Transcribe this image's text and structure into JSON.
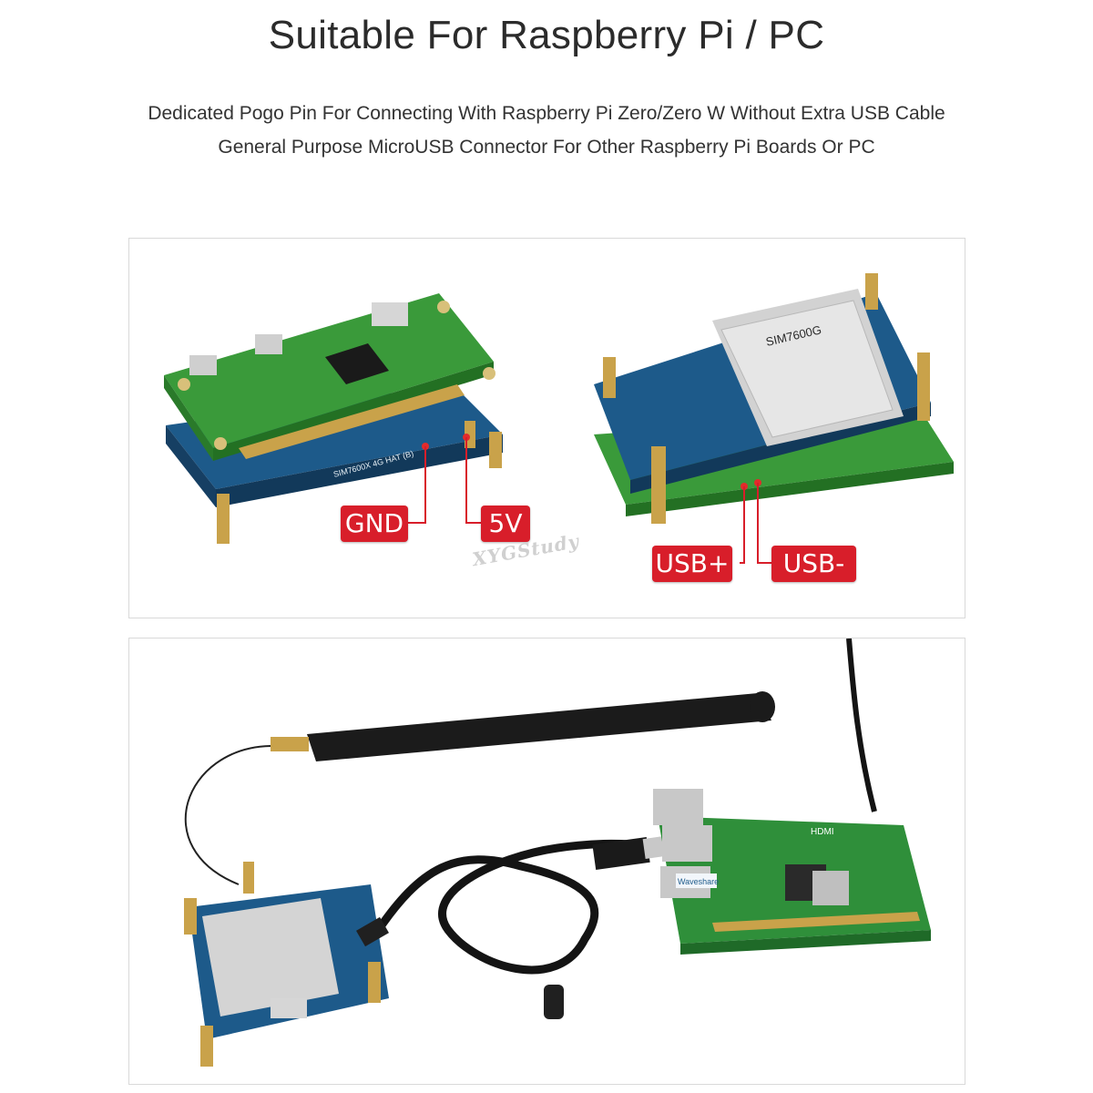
{
  "title": "Suitable For Raspberry Pi / PC",
  "subtitle_line1": "Dedicated Pogo Pin For Connecting With Raspberry Pi Zero/Zero W Without Extra USB Cable",
  "subtitle_line2": "General Purpose MicroUSB Connector For Other Raspberry Pi Boards Or PC",
  "labels": {
    "gnd": "GND",
    "v5": "5V",
    "usb_plus": "USB+",
    "usb_minus": "USB-"
  },
  "watermark": "XYGStudy",
  "module_text": {
    "model": "SIM7600G",
    "hat_silk": "SIM7600X 4G HAT (B)",
    "waveshare": "Waveshare",
    "hdmi": "HDMI"
  },
  "colors": {
    "label_red": "#d81e2a",
    "pcb_green": "#2f8f3a",
    "pcb_blue": "#1d5a8a",
    "brass": "#c9a24a"
  }
}
